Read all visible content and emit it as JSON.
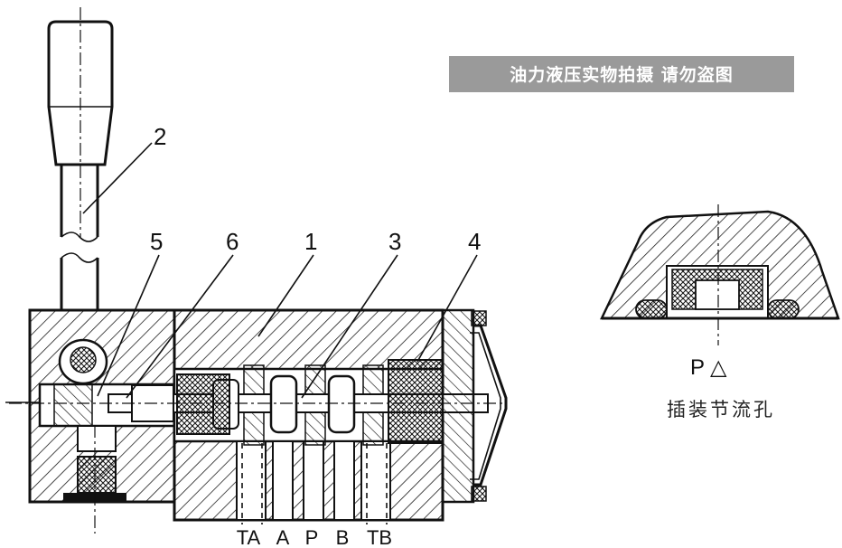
{
  "watermark": {
    "text": "油力液压实物拍摄 请勿盗图",
    "bg_color": "#9a9a9a"
  },
  "callouts": {
    "c1": "1",
    "c2": "2",
    "c3": "3",
    "c4": "4",
    "c5": "5",
    "c6": "6"
  },
  "ports": {
    "ta": "TA",
    "a": "A",
    "p": "P",
    "b": "B",
    "tb": "TB"
  },
  "detail": {
    "port_label": "P",
    "symbol": "△",
    "caption": "插装节流孔"
  }
}
